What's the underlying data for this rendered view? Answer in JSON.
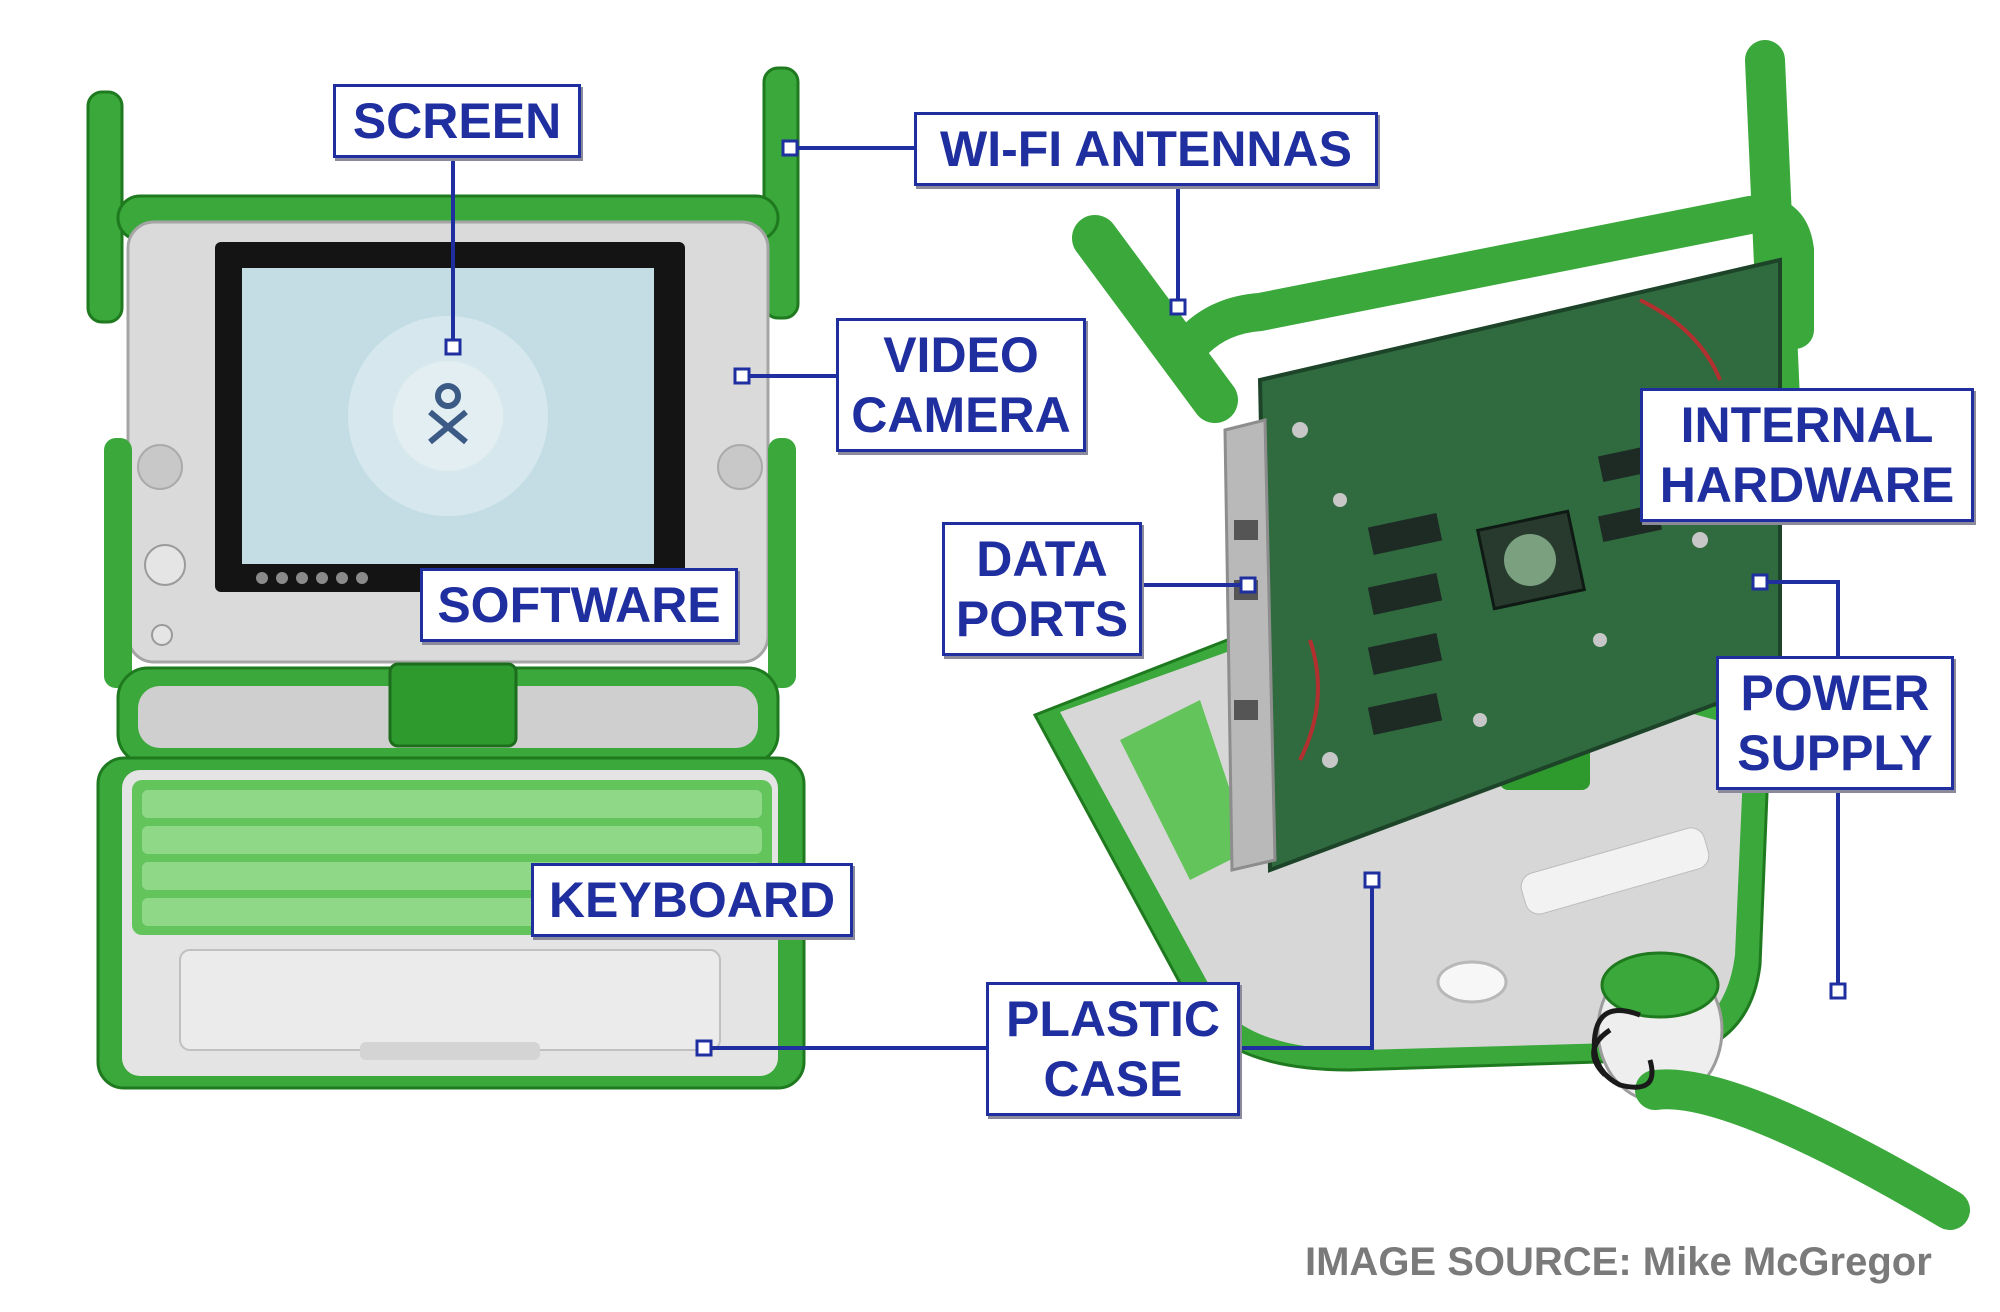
{
  "labels": {
    "screen": "SCREEN",
    "wifi_antennas": "WI-FI ANTENNAS",
    "video_camera_line1": "VIDEO",
    "video_camera_line2": "CAMERA",
    "software": "SOFTWARE",
    "keyboard": "KEYBOARD",
    "plastic_case_line1": "PLASTIC",
    "plastic_case_line2": "CASE",
    "data_ports_line1": "DATA",
    "data_ports_line2": "PORTS",
    "internal_hardware_line1": "INTERNAL",
    "internal_hardware_line2": "HARDWARE",
    "power_supply_line1": "POWER",
    "power_supply_line2": "SUPPLY"
  },
  "credit": "IMAGE SOURCE: Mike McGregor",
  "colors": {
    "label_text": "#1f2fa0",
    "label_border": "#1f2fa0",
    "case_green": "#3aa83a",
    "case_gray": "#d9d9d9",
    "board_green": "#2f6b3f"
  }
}
